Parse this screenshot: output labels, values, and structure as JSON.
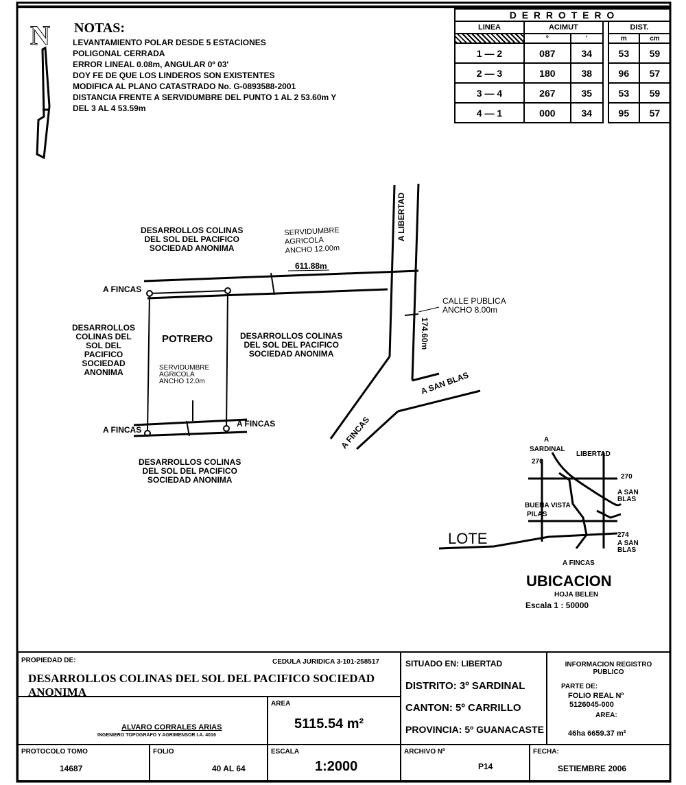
{
  "north": "N",
  "notes": {
    "title": "NOTAS:",
    "lines": [
      "LEVANTAMIENTO POLAR DESDE 5 ESTACIONES",
      "POLIGONAL CERRADA",
      "ERROR LINEAL 0.08m, ANGULAR 0º 03'",
      "DOY FE DE QUE LOS LINDEROS SON EXISTENTES",
      "MODIFICA AL PLANO CATASTRADO No. G-0893588-2001",
      "DISTANCIA FRENTE A SERVIDUMBRE DEL PUNTO 1 AL 2   53.60m Y",
      "DEL 3 AL 4   53.59m"
    ]
  },
  "derrotero": {
    "title": "D E R R O T E R O",
    "col_linea": "LINEA",
    "col_acimut": "ACIMUT",
    "col_dist": "DIST.",
    "sub": [
      "º",
      "'",
      "m",
      "cm"
    ],
    "rows": [
      {
        "linea": "1 — 2",
        "deg": "087",
        "min": "34",
        "m": "53",
        "cm": "59"
      },
      {
        "linea": "2 — 3",
        "deg": "180",
        "min": "38",
        "m": "96",
        "cm": "57"
      },
      {
        "linea": "3 — 4",
        "deg": "267",
        "min": "35",
        "m": "53",
        "cm": "59"
      },
      {
        "linea": "4 — 1",
        "deg": "000",
        "min": "34",
        "m": "95",
        "cm": "57"
      }
    ]
  },
  "plan": {
    "top_owner": [
      "DESARROLLOS COLINAS",
      "DEL SOL DEL PACIFICO",
      "SOCIEDAD ANONIMA"
    ],
    "servidumbre": [
      "SERVIDUMBRE",
      "AGRICOLA",
      "ANCHO 12.00m"
    ],
    "dist_611": "611.88m",
    "a_fincas_1": "A FINCAS",
    "left_owner": [
      "DESARROLLOS",
      "COLINAS DEL",
      "SOL DEL",
      "PACIFICO",
      "SOCIEDAD",
      "ANONIMA"
    ],
    "potrero": "POTRERO",
    "inner_serv": [
      "SERVIDUMBRE",
      "AGRICOLA",
      "ANCHO 12.0m"
    ],
    "right_owner": [
      "DESARROLLOS COLINAS",
      "DEL SOL DEL PACIFICO",
      "SOCIEDAD ANONIMA"
    ],
    "a_fincas_2": "A FINCAS",
    "a_fincas_3": "A FINCAS",
    "bottom_owner": [
      "DESARROLLOS COLINAS",
      "DEL SOL DEL PACIFICO",
      "SOCIEDAD ANONIMA"
    ],
    "a_libertad": "A LIBERTAD",
    "calle": [
      "CALLE PUBLICA",
      "ANCHO 8.00m"
    ],
    "dist_174": "174.60m",
    "a_san_blas": "A SAN BLAS",
    "a_fincas_road": "A FINCAS"
  },
  "location": {
    "lote": "LOTE",
    "ubicacion": "UBICACION",
    "hoja": "HOJA BELEN",
    "escala": "Escala  1 : 50000",
    "labels": [
      "A",
      "SARDINAL",
      "LIBERTAD",
      "270",
      "270",
      "A SAN BLAS",
      "BUENA VISTA",
      "PILAS",
      "A SAN BLAS",
      "A FINCAS",
      "274"
    ]
  },
  "title_block": {
    "propiedad_label": "PROPIEDAD DE:",
    "cedula": "CEDULA JURIDICA 3-101-258517",
    "owner": "DESARROLLOS COLINAS DEL SOL DEL PACIFICO SOCIEDAD ANONIMA",
    "surveyor_name": "ALVARO CORRALES ARIAS",
    "surveyor_title": "INGENIERO TOPOGRAFO Y AGRIMENSOR I.A. 4016",
    "area_label": "AREA",
    "area_value": "5115.54 m²",
    "situado": "SITUADO EN: LIBERTAD",
    "distrito": "DISTRITO:  3º  SARDINAL",
    "canton": "CANTON:  5º  CARRILLO",
    "provincia": "PROVINCIA: 5º  GUANACASTE",
    "info_title": "INFORMACION REGISTRO PUBLICO",
    "parte_de": "PARTE DE:",
    "folio_real": "FOLIO REAL Nº",
    "folio_num": "5126045-000",
    "area_reg_label": "AREA:",
    "area_reg": "46ha 6659.37 m²",
    "protocolo_label": "PROTOCOLO TOMO",
    "protocolo": "14687",
    "folio_label": "FOLIO",
    "folio": "40 AL 64",
    "escala_label": "ESCALA",
    "escala": "1:2000",
    "archivo_label": "ARCHIVO Nº",
    "archivo": "P14",
    "fecha_label": "FECHA:",
    "fecha": "SETIEMBRE 2006"
  }
}
